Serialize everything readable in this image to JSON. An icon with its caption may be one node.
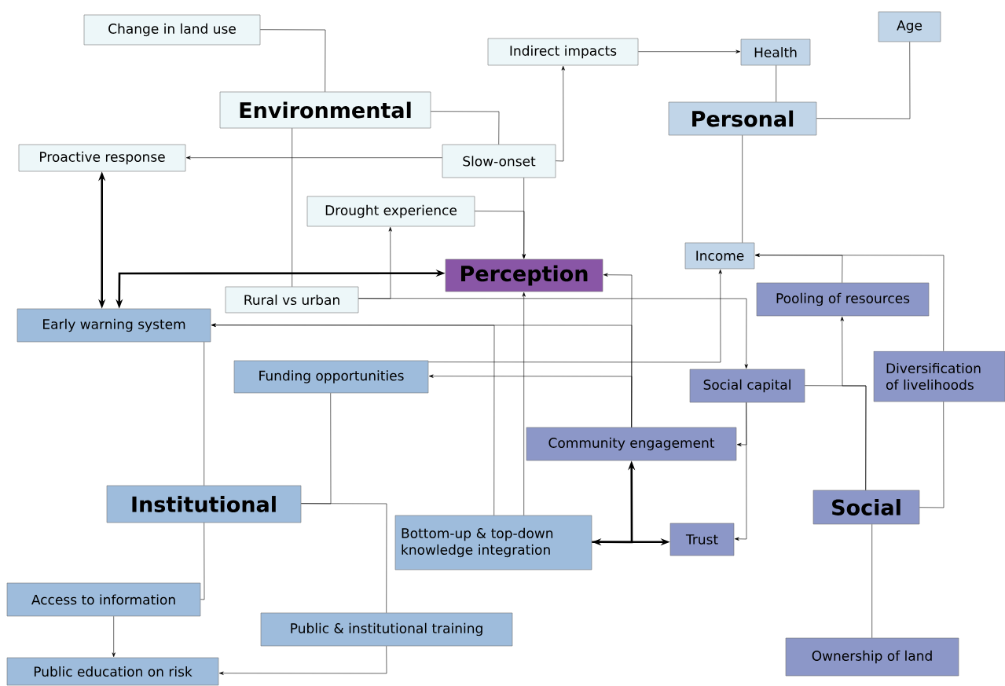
{
  "diagram": {
    "nodes": [
      {
        "text": [
          "Change in land use"
        ]
      },
      {
        "text": [
          "Indirect impacts"
        ]
      },
      {
        "text": [
          "Age"
        ]
      },
      {
        "text": [
          "Health"
        ]
      },
      {
        "text": [
          "Environmental"
        ]
      },
      {
        "text": [
          "Personal"
        ]
      },
      {
        "text": [
          "Proactive response"
        ]
      },
      {
        "text": [
          "Slow-onset"
        ]
      },
      {
        "text": [
          "Drought experience"
        ]
      },
      {
        "text": [
          "Perception"
        ]
      },
      {
        "text": [
          "Income"
        ]
      },
      {
        "text": [
          "Rural vs urban"
        ]
      },
      {
        "text": [
          "Pooling of resources"
        ]
      },
      {
        "text": [
          "Early warning system"
        ]
      },
      {
        "text": [
          "Diversification of livelihoods"
        ]
      },
      {
        "text": [
          "Funding opportunities"
        ]
      },
      {
        "text": [
          "Social capital"
        ]
      },
      {
        "text": [
          "Community engagement"
        ]
      },
      {
        "text": [
          "Institutional"
        ]
      },
      {
        "text": [
          "Social"
        ]
      },
      {
        "text": [
          "Bottom-up & top-down knowledge integration"
        ]
      },
      {
        "text": [
          "Trust"
        ]
      },
      {
        "text": [
          "Access to information"
        ]
      },
      {
        "text": [
          "Public & institutional training"
        ]
      },
      {
        "text": [
          "Ownership of land"
        ]
      },
      {
        "text": [
          "Public education on risk"
        ]
      }
    ],
    "edges": [
      {
        "from": 4,
        "to": 0,
        "arrow": "none"
      },
      {
        "from": 4,
        "to": 7,
        "arrow": "none"
      },
      {
        "from": 4,
        "to": 11,
        "arrow": "none"
      },
      {
        "from": 7,
        "to": 6,
        "arrow": "to"
      },
      {
        "from": 7,
        "to": 1,
        "arrow": "to"
      },
      {
        "from": 1,
        "to": 3,
        "arrow": "to"
      },
      {
        "from": 3,
        "to": 5,
        "arrow": "none"
      },
      {
        "from": 5,
        "to": 2,
        "arrow": "none"
      },
      {
        "from": 5,
        "to": 10,
        "arrow": "none"
      },
      {
        "from": 7,
        "to": 9,
        "arrow": "to"
      },
      {
        "from": 8,
        "to": 9,
        "arrow": "to"
      },
      {
        "from": 11,
        "to": 8,
        "arrow": "to"
      },
      {
        "from": 11,
        "to": 16,
        "arrow": "to"
      },
      {
        "from": 6,
        "to": 13,
        "arrow": "both",
        "style": "thick"
      },
      {
        "from": 13,
        "to": 9,
        "arrow": "both",
        "style": "thick"
      },
      {
        "from": 20,
        "to": 9,
        "arrow": "to"
      },
      {
        "from": 17,
        "to": 9,
        "arrow": "to"
      },
      {
        "from": 17,
        "to": 13,
        "arrow": "to"
      },
      {
        "from": 20,
        "to": 13,
        "arrow": "to"
      },
      {
        "from": 17,
        "to": 15,
        "arrow": "to"
      },
      {
        "from": 15,
        "to": 10,
        "arrow": "to"
      },
      {
        "from": 18,
        "to": 15,
        "arrow": "none"
      },
      {
        "from": 18,
        "to": 23,
        "arrow": "none"
      },
      {
        "from": 13,
        "to": 18,
        "arrow": "none"
      },
      {
        "from": 18,
        "to": 22,
        "arrow": "none"
      },
      {
        "from": 22,
        "to": 25,
        "arrow": "to"
      },
      {
        "from": 23,
        "to": 25,
        "arrow": "to"
      },
      {
        "from": 20,
        "to": 21,
        "arrow": "both",
        "style": "thick"
      },
      {
        "from": 20,
        "to": 17,
        "arrow": "to",
        "style": "thick"
      },
      {
        "from": 16,
        "to": 17,
        "arrow": "to"
      },
      {
        "from": 16,
        "to": 21,
        "arrow": "to"
      },
      {
        "from": 19,
        "to": 16,
        "arrow": "none"
      },
      {
        "from": 19,
        "to": 12,
        "arrow": "to"
      },
      {
        "from": 12,
        "to": 10,
        "arrow": "to"
      },
      {
        "from": 14,
        "to": 10,
        "arrow": "to"
      },
      {
        "from": 19,
        "to": 14,
        "arrow": "none"
      },
      {
        "from": 19,
        "to": 24,
        "arrow": "none"
      }
    ]
  }
}
